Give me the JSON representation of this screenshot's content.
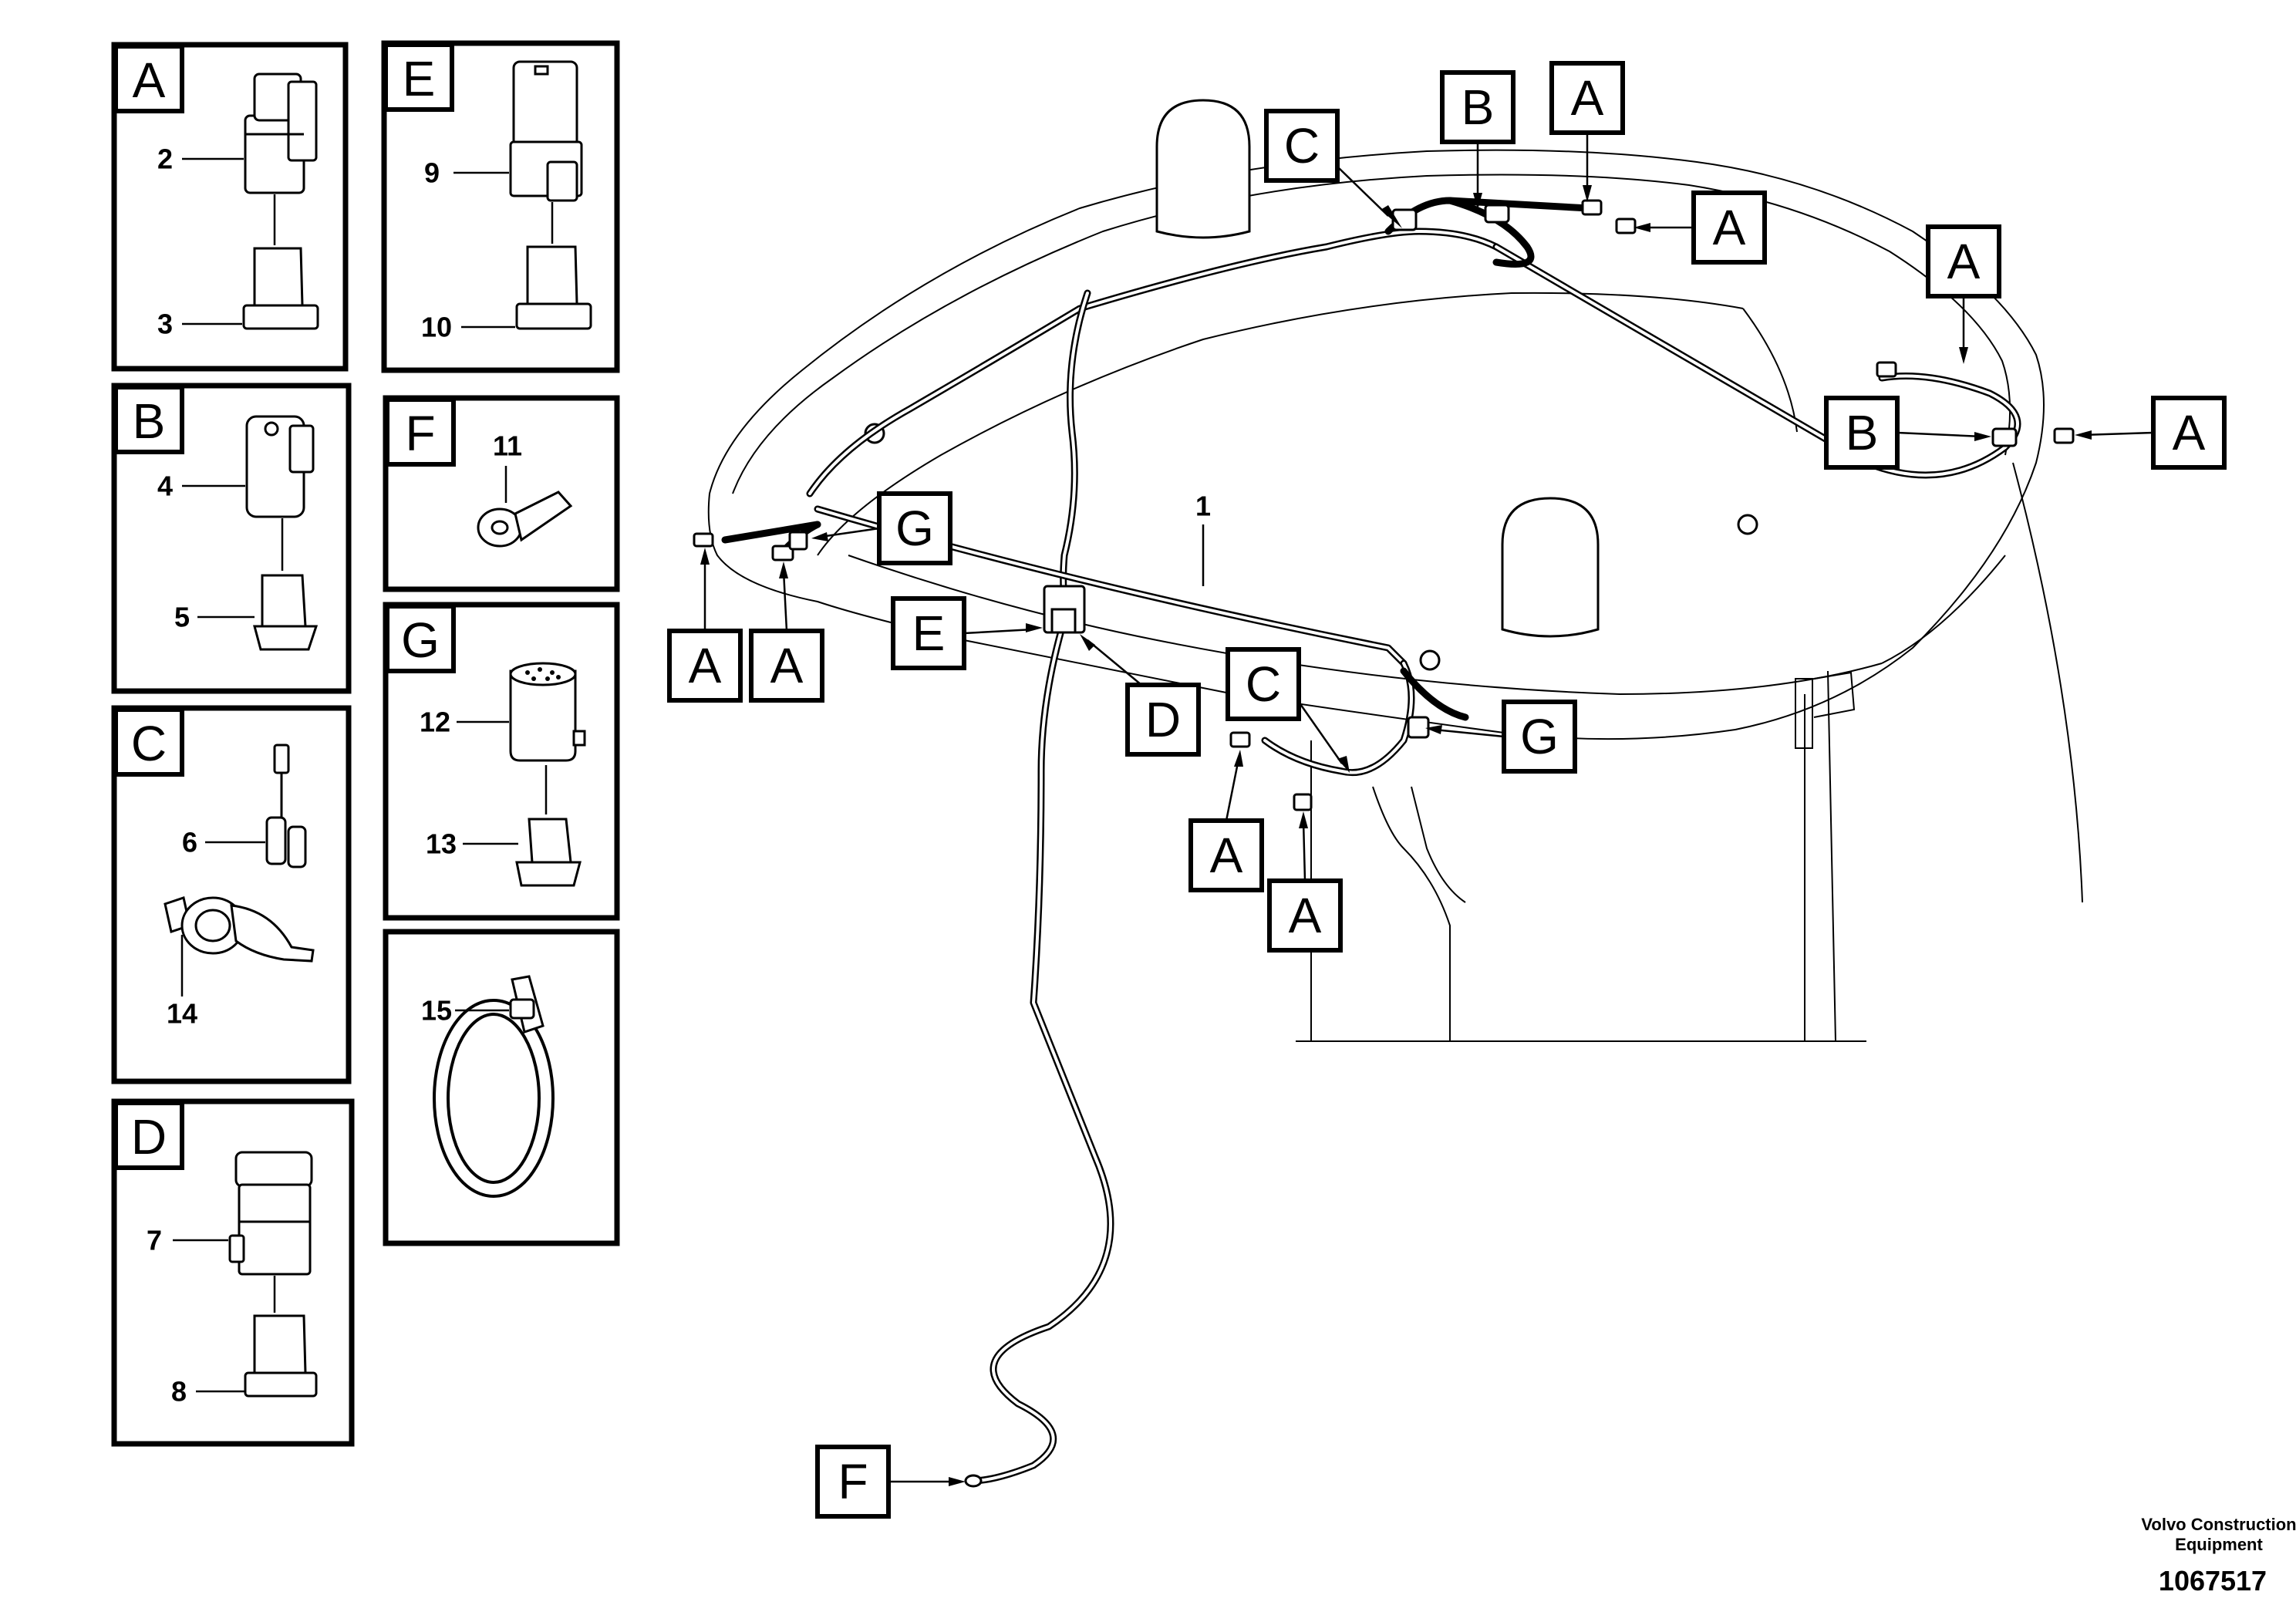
{
  "panels": [
    {
      "letter": "A",
      "labels": [
        "2",
        "3"
      ]
    },
    {
      "letter": "B",
      "labels": [
        "4",
        "5"
      ]
    },
    {
      "letter": "C",
      "labels": [
        "6",
        "14"
      ]
    },
    {
      "letter": "D",
      "labels": [
        "7",
        "8"
      ]
    },
    {
      "letter": "E",
      "labels": [
        "9",
        "10"
      ]
    },
    {
      "letter": "F",
      "labels": [
        "11"
      ]
    },
    {
      "letter": "G",
      "labels": [
        "12",
        "13"
      ]
    },
    {
      "letter": "",
      "labels": [
        "15"
      ]
    }
  ],
  "main": {
    "harness_label": "1",
    "callouts": [
      "C",
      "B",
      "A",
      "A",
      "A",
      "B",
      "A",
      "G",
      "A",
      "A",
      "E",
      "D",
      "C",
      "G",
      "A",
      "A",
      "F"
    ]
  },
  "footer": {
    "line1": "Volvo Construction",
    "line2": "Equipment",
    "figure_number": "1067517"
  }
}
